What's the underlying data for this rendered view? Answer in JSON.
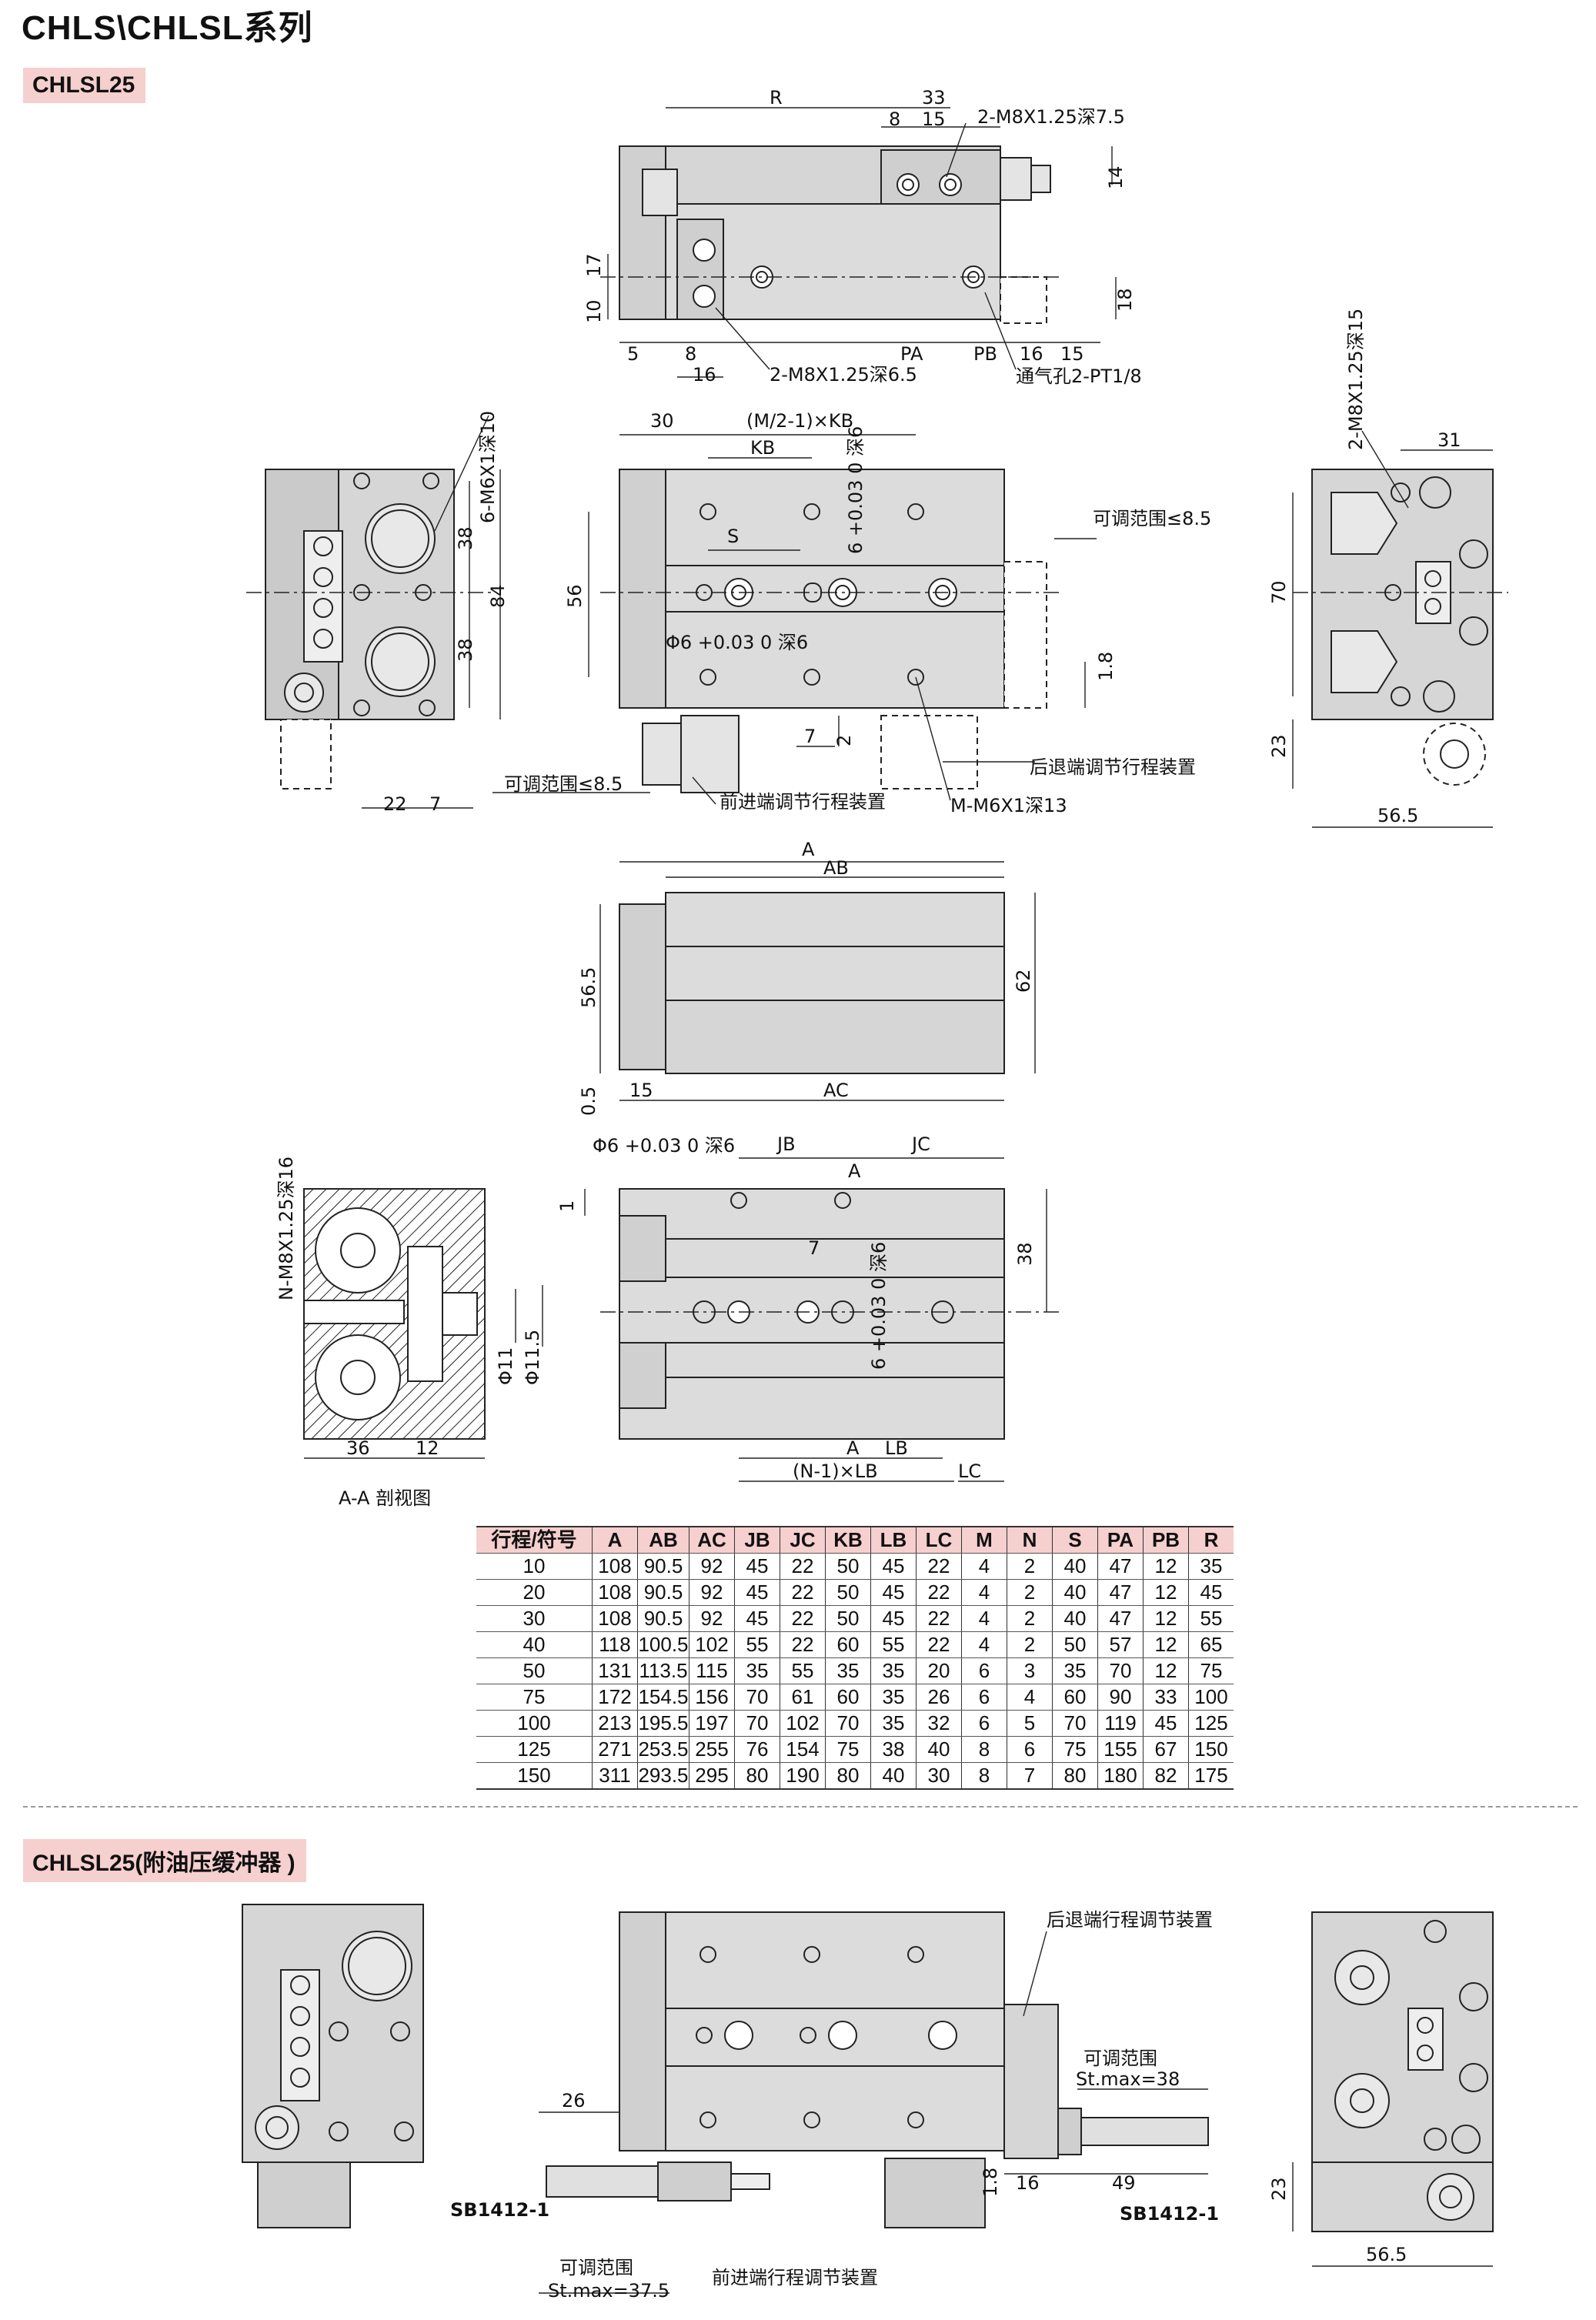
{
  "title": "CHLS\\CHLSL系列",
  "section1": "CHLSL25",
  "section2": "CHLSL25(附油压缓冲器 )",
  "labels": {
    "r": "R",
    "d33": "33",
    "d8": "8",
    "d15": "15",
    "d14": "14",
    "top_thread": "2-M8X1.25深7.5",
    "d17": "17",
    "d10": "10",
    "d18": "18",
    "d5": "5",
    "d8b": "8",
    "pa": "PA",
    "pb": "PB",
    "d16": "16",
    "d15b": "15",
    "d16b": "16",
    "thread65": "2-M8X1.25深6.5",
    "vent": "通气孔2-PT1/8",
    "d30": "30",
    "mkb": "(M/2-1)×KB",
    "kb": "KB",
    "s": "S",
    "d56": "56",
    "tol_hole": "Φ6 +0.03 0 深6",
    "d6dp": "6 +0.03 0 深6",
    "d7": "7",
    "d2": "2",
    "adj85a": "可调范围≤8.5",
    "adj85b": "可调范围≤8.5",
    "d18b": "1.8",
    "rear_dev": "后退端调节行程装置",
    "front_dev": "前进端调节行程装置",
    "m_thread": "M-M6X1深13",
    "left_thread": "6-M6X1深10",
    "d38a": "38",
    "d38b": "38",
    "d84": "84",
    "d22": "22",
    "d7b": "7",
    "right_thread": "2-M8X1.25深15",
    "d31": "31",
    "d70": "70",
    "d23": "23",
    "d565": "56.5",
    "a": "A",
    "ab": "AB",
    "ac": "AC",
    "d565b": "56.5",
    "d62": "62",
    "d05": "0.5",
    "d15c": "15",
    "phi_hole": "Φ6 +0.03 0 深6",
    "jb": "JB",
    "jc": "JC",
    "a2": "A",
    "d1": "1",
    "d7c": "7",
    "d38c": "38",
    "d6dp2": "6 +0.03 0 深6",
    "a3": "A",
    "lb": "LB",
    "nlb": "(N-1)×LB",
    "lc": "LC",
    "sec_thread": "N-M8X1.25深16",
    "phi11": "Φ11",
    "phi115": "Φ11.5",
    "d36": "36",
    "d12": "12",
    "sec_view": "A-A 剖视图",
    "b_rear": "后退端行程调节装置",
    "b_adj": "可调范围",
    "b_st38": "St.max=38",
    "b_26": "26",
    "b_18": "1.8",
    "b_16": "16",
    "b_49": "49",
    "b_sb1": "SB1412-1",
    "b_sb2": "SB1412-1",
    "b_adj2": "可调范围",
    "b_st375": "St.max=37.5",
    "b_front": "前进端行程调节装置",
    "b_23": "23",
    "b_565": "56.5"
  },
  "table": {
    "headers": [
      "行程/符号",
      "A",
      "AB",
      "AC",
      "JB",
      "JC",
      "KB",
      "LB",
      "LC",
      "M",
      "N",
      "S",
      "PA",
      "PB",
      "R"
    ],
    "rows": [
      [
        "10",
        "108",
        "90.5",
        "92",
        "45",
        "22",
        "50",
        "45",
        "22",
        "4",
        "2",
        "40",
        "47",
        "12",
        "35"
      ],
      [
        "20",
        "108",
        "90.5",
        "92",
        "45",
        "22",
        "50",
        "45",
        "22",
        "4",
        "2",
        "40",
        "47",
        "12",
        "45"
      ],
      [
        "30",
        "108",
        "90.5",
        "92",
        "45",
        "22",
        "50",
        "45",
        "22",
        "4",
        "2",
        "40",
        "47",
        "12",
        "55"
      ],
      [
        "40",
        "118",
        "100.5",
        "102",
        "55",
        "22",
        "60",
        "55",
        "22",
        "4",
        "2",
        "50",
        "57",
        "12",
        "65"
      ],
      [
        "50",
        "131",
        "113.5",
        "115",
        "35",
        "55",
        "35",
        "35",
        "20",
        "6",
        "3",
        "35",
        "70",
        "12",
        "75"
      ],
      [
        "75",
        "172",
        "154.5",
        "156",
        "70",
        "61",
        "60",
        "35",
        "26",
        "6",
        "4",
        "60",
        "90",
        "33",
        "100"
      ],
      [
        "100",
        "213",
        "195.5",
        "197",
        "70",
        "102",
        "70",
        "35",
        "32",
        "6",
        "5",
        "70",
        "119",
        "45",
        "125"
      ],
      [
        "125",
        "271",
        "253.5",
        "255",
        "76",
        "154",
        "75",
        "38",
        "40",
        "8",
        "6",
        "75",
        "155",
        "67",
        "150"
      ],
      [
        "150",
        "311",
        "293.5",
        "295",
        "80",
        "190",
        "80",
        "40",
        "30",
        "8",
        "7",
        "80",
        "180",
        "82",
        "175"
      ]
    ]
  }
}
